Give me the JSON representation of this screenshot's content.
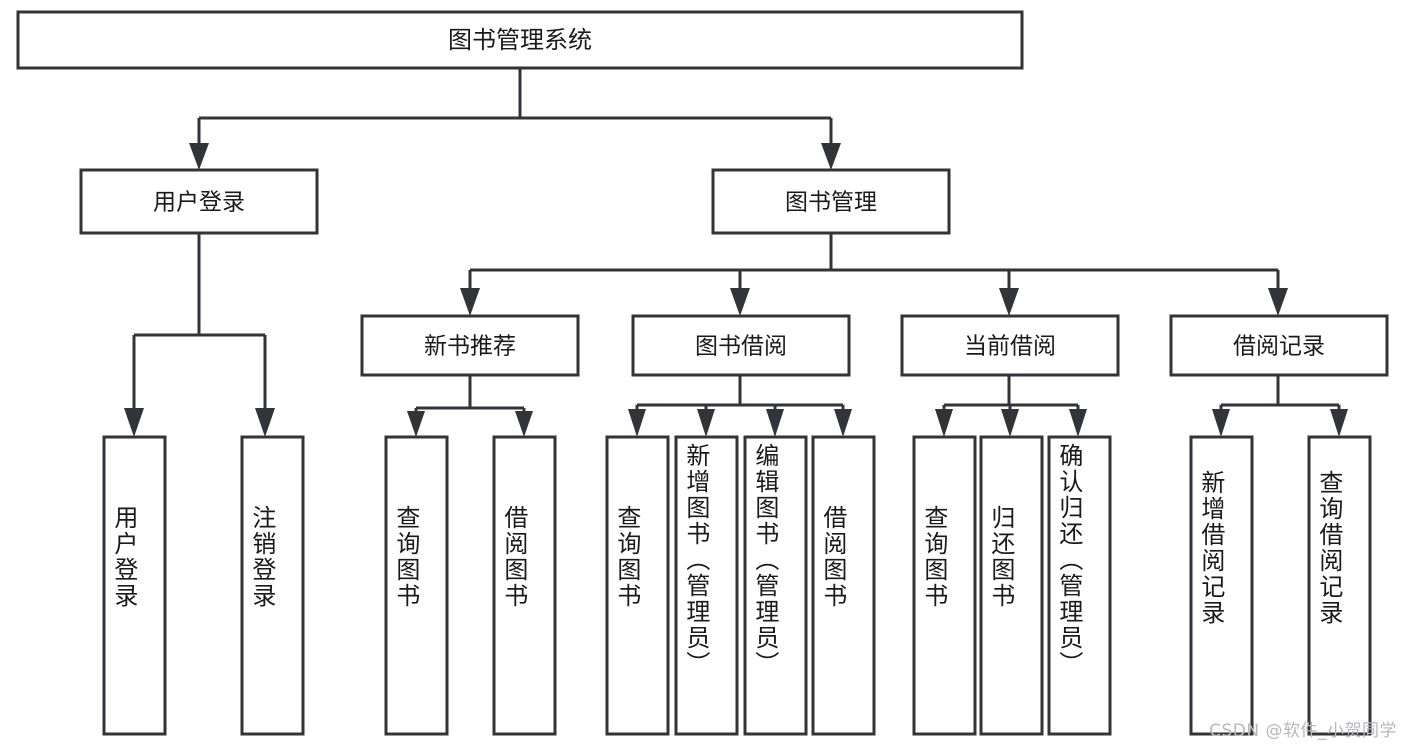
{
  "diagram": {
    "title": "图书管理系统",
    "type": "hierarchy-tree",
    "root": {
      "id": "root",
      "label": "图书管理系统"
    },
    "level1": [
      {
        "id": "user-login",
        "label": "用户登录"
      },
      {
        "id": "book-management",
        "label": "图书管理"
      }
    ],
    "level2": [
      {
        "id": "new-book-recommend",
        "label": "新书推荐",
        "parent": "book-management"
      },
      {
        "id": "book-borrow",
        "label": "图书借阅",
        "parent": "book-management"
      },
      {
        "id": "current-borrow",
        "label": "当前借阅",
        "parent": "book-management"
      },
      {
        "id": "borrow-record",
        "label": "借阅记录",
        "parent": "book-management"
      }
    ],
    "leaves": [
      {
        "id": "leaf-user-login",
        "label": "用户登录",
        "parent": "user-login"
      },
      {
        "id": "leaf-logout-login",
        "label": "注销登录",
        "parent": "user-login"
      },
      {
        "id": "leaf-query-book-1",
        "label": "查询图书",
        "parent": "new-book-recommend"
      },
      {
        "id": "leaf-borrow-book-1",
        "label": "借阅图书",
        "parent": "new-book-recommend"
      },
      {
        "id": "leaf-query-book-2",
        "label": "查询图书",
        "parent": "book-borrow"
      },
      {
        "id": "leaf-add-book",
        "label": "新增图书（管理员）",
        "parent": "book-borrow"
      },
      {
        "id": "leaf-edit-book",
        "label": "编辑图书（管理员）",
        "parent": "book-borrow"
      },
      {
        "id": "leaf-borrow-book-2",
        "label": "借阅图书",
        "parent": "book-borrow"
      },
      {
        "id": "leaf-query-book-3",
        "label": "查询图书",
        "parent": "current-borrow"
      },
      {
        "id": "leaf-return-book",
        "label": "归还图书",
        "parent": "current-borrow"
      },
      {
        "id": "leaf-confirm-return",
        "label": "确认归还（管理员）",
        "parent": "current-borrow"
      },
      {
        "id": "leaf-add-record",
        "label": "新增借阅记录",
        "parent": "borrow-record"
      },
      {
        "id": "leaf-query-record",
        "label": "查询借阅记录",
        "parent": "borrow-record"
      }
    ],
    "watermark": "CSDN @软件_小贺同学",
    "colors": {
      "stroke": "#33333a",
      "fill": "#ffffff",
      "text": "#1a1a1a",
      "watermark": "#b8b8bd"
    }
  }
}
